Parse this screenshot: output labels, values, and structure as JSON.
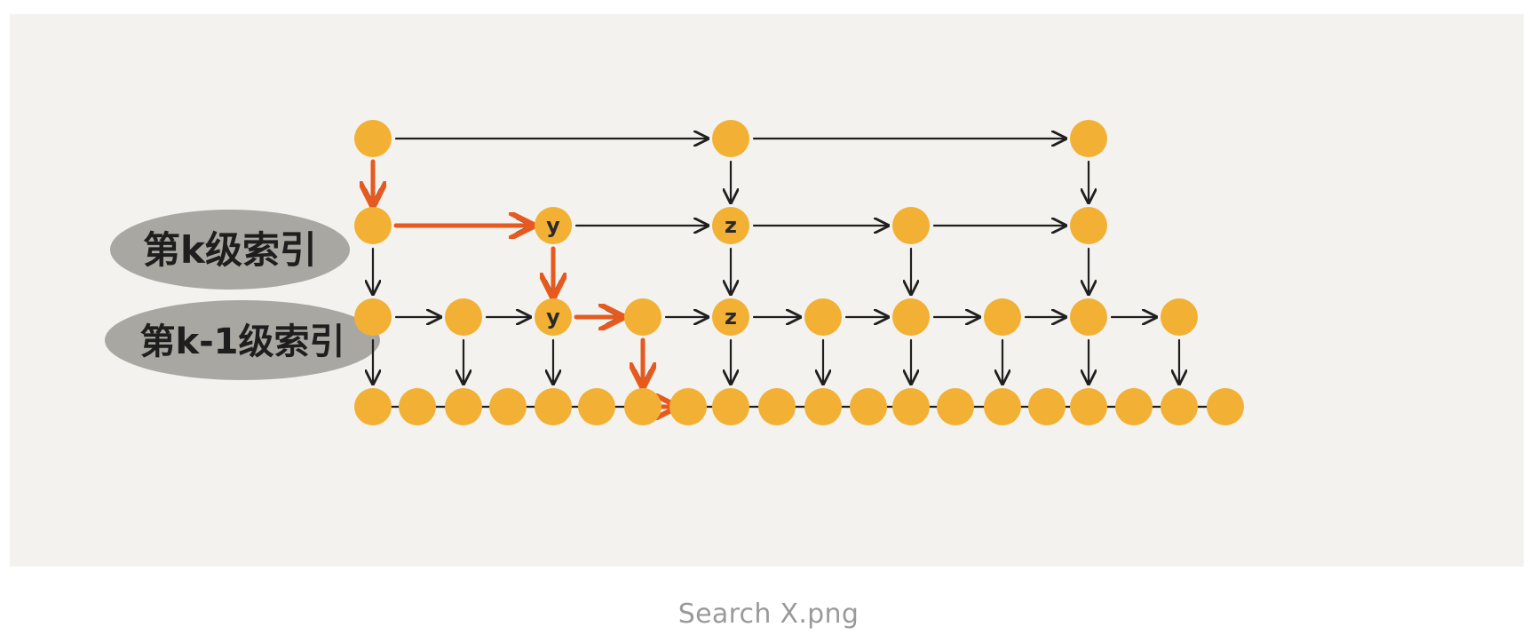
{
  "figure": {
    "labels": {
      "level_k": "第k级索引",
      "level_k_minus_1": "第k-1级索引"
    },
    "node_letters": {
      "y": "y",
      "z": "z"
    },
    "colors": {
      "background": "#f3f2ef",
      "node": "#f2b134",
      "arrow": "#1f1f1f",
      "search_path": "#e65a1f",
      "label_pill": "#a8a7a1"
    }
  },
  "caption": "Search X.png"
}
